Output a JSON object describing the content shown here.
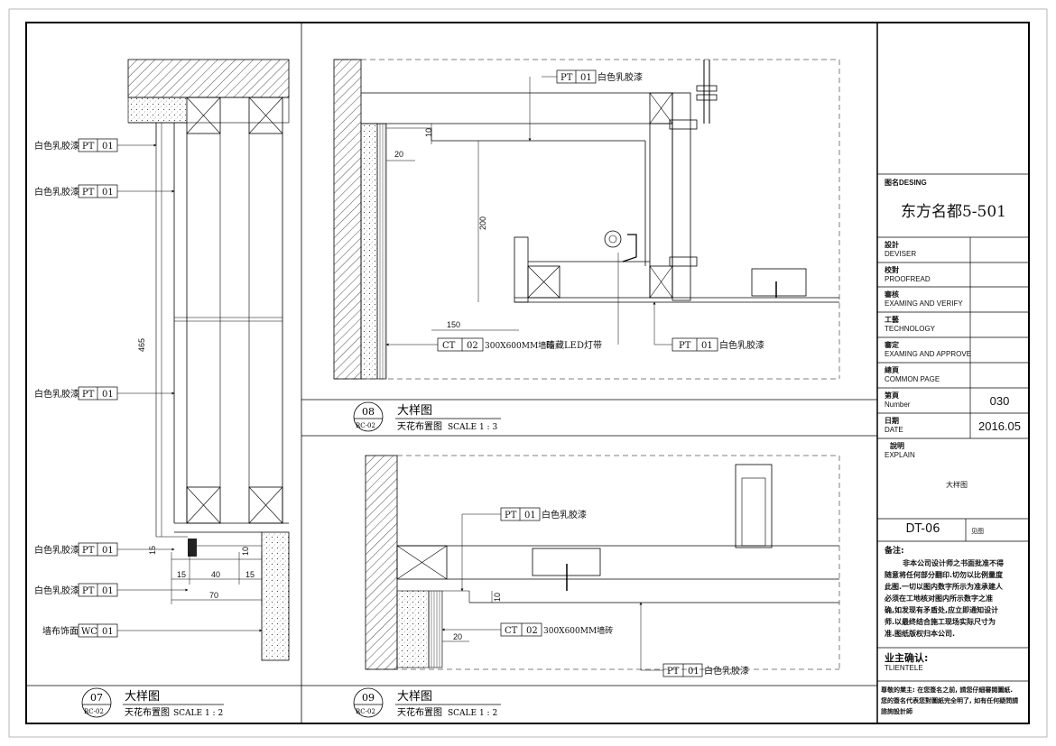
{
  "callouts": {
    "pt_code": "PT",
    "pt_num": "01",
    "pt_text": "白色乳胶漆",
    "ct_code": "CT",
    "ct_num": "02",
    "ct_text": "300X600MM墙砖",
    "wc_code": "WC",
    "wc_num": "01",
    "wc_text": "墙布饰面",
    "led_text": "暗藏LED灯带"
  },
  "dims": {
    "d10": "10",
    "d20": "20",
    "d200": "200",
    "d150": "150",
    "d465": "465",
    "d15": "15",
    "d40": "40",
    "d70": "70"
  },
  "details": [
    {
      "num": "07",
      "ref": "RC-02",
      "title": "大样图",
      "sub": "天花布置图",
      "scale": "SCALE 1 : 2"
    },
    {
      "num": "08",
      "ref": "RC-02",
      "title": "大样图",
      "sub": "天花布置图",
      "scale": "SCALE 1 : 3"
    },
    {
      "num": "09",
      "ref": "RC-02",
      "title": "大样图",
      "sub": "天花布置图",
      "scale": "SCALE 1 : 2"
    }
  ],
  "titleblock": {
    "design_label": "图名DESING",
    "project": "东方名都5-501",
    "rows": [
      {
        "zh": "設計",
        "en": "DEVISER",
        "value": ""
      },
      {
        "zh": "校對",
        "en": "PROOFREAD",
        "value": ""
      },
      {
        "zh": "審核",
        "en": "EXAMING AND VERIFY",
        "value": ""
      },
      {
        "zh": "工藝",
        "en": "TECHNOLOGY",
        "value": ""
      },
      {
        "zh": "審定",
        "en": "EXAMING AND APPROVE",
        "value": ""
      },
      {
        "zh": "總頁",
        "en": "COMMON PAGE",
        "value": ""
      },
      {
        "zh": "第頁",
        "en": "Number",
        "value": "030"
      },
      {
        "zh": "日期",
        "en": "DATE",
        "value": "2016.05"
      }
    ],
    "explain_zh": "說明",
    "explain_en": "EXPLAIN",
    "explain_value": "大样图",
    "code": "DT-06",
    "code_note": "见图",
    "notes_title": "备注:",
    "notes_lines": [
      "非本公司设计师之书面批准不得",
      "随意将任何部分翻印.切勿以比例量度",
      "此图.一切以图内数字所示为准承建人",
      "必须在工地核对图内所示数字之准",
      "确,如发现有矛盾处,应立即通知设计",
      "师.以最终结合施工现场实际尺寸为",
      "准.图纸版权归本公司."
    ],
    "owner_zh": "业主确认:",
    "owner_en": "TLIENTELE",
    "owner_note_1": "尊敬的業主: 在您簽名之前, 請您仔細審閱圖紙.",
    "owner_note_2": "您的簽名代表您對圖紙完全明了, 如有任何疑問請",
    "owner_note_3": "諮詢設計師"
  }
}
